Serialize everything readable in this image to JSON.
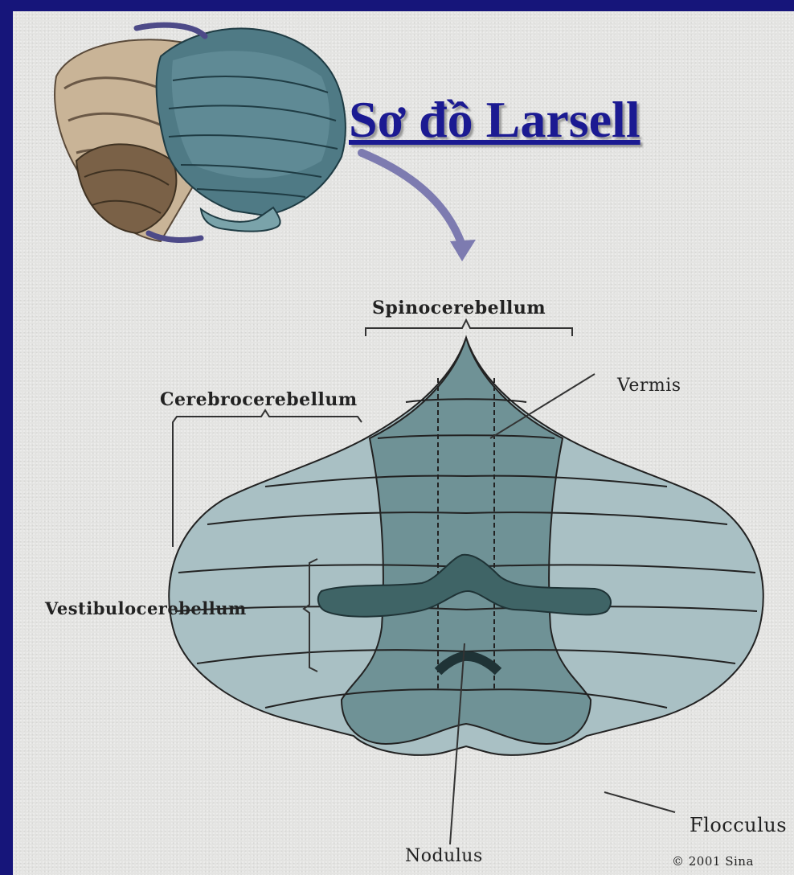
{
  "title": "Sơ đồ Larsell",
  "labels": {
    "spinocerebellum": "Spinocerebellum",
    "cerebrocerebellum": "Cerebrocerebellum",
    "vermis": "Vermis",
    "vestibulocerebellum": "Vestibulocerebellum",
    "nodulus": "Nodulus",
    "flocculus": "Flocculus",
    "copyright": "© 2001 Sina"
  },
  "colors": {
    "background": "#16157a",
    "panel": "#e4e4e2",
    "title": "#1b1a92",
    "hemisphere": "#a9c0c4",
    "vermis": "#6f9296",
    "flocculonodular": "#3f6466"
  }
}
